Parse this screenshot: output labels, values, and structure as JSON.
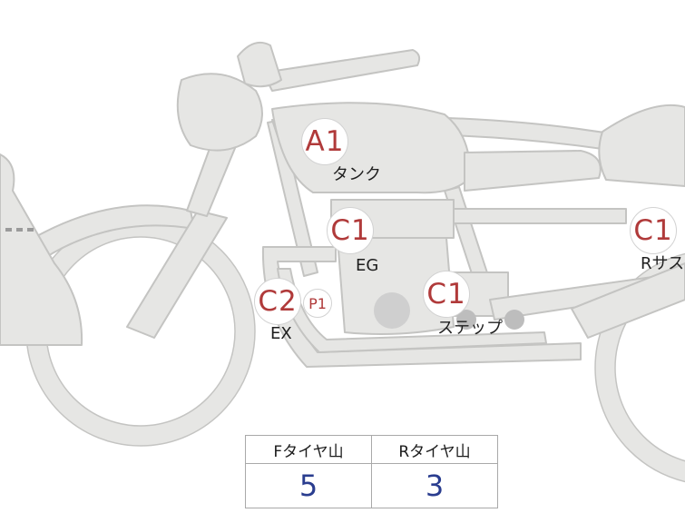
{
  "markers": {
    "tank": {
      "code": "A1",
      "label": "タンク"
    },
    "engine": {
      "code": "C1",
      "label": "EG"
    },
    "step": {
      "code": "C1",
      "label": "ステップ"
    },
    "rear_suspension": {
      "code": "C1",
      "label": "Rサス"
    },
    "exhaust": {
      "code": "C2",
      "label": "EX"
    },
    "exhaust_secondary": {
      "code": "P1"
    }
  },
  "tire_table": {
    "front_header": "Fタイヤ山",
    "rear_header": "Rタイヤ山",
    "front_value": "5",
    "rear_value": "3"
  },
  "colors": {
    "body_fill": "#e6e6e4",
    "outline": "#c4c4c2",
    "marker_text": "#b03a3a",
    "value_text": "#2a3d8f"
  }
}
